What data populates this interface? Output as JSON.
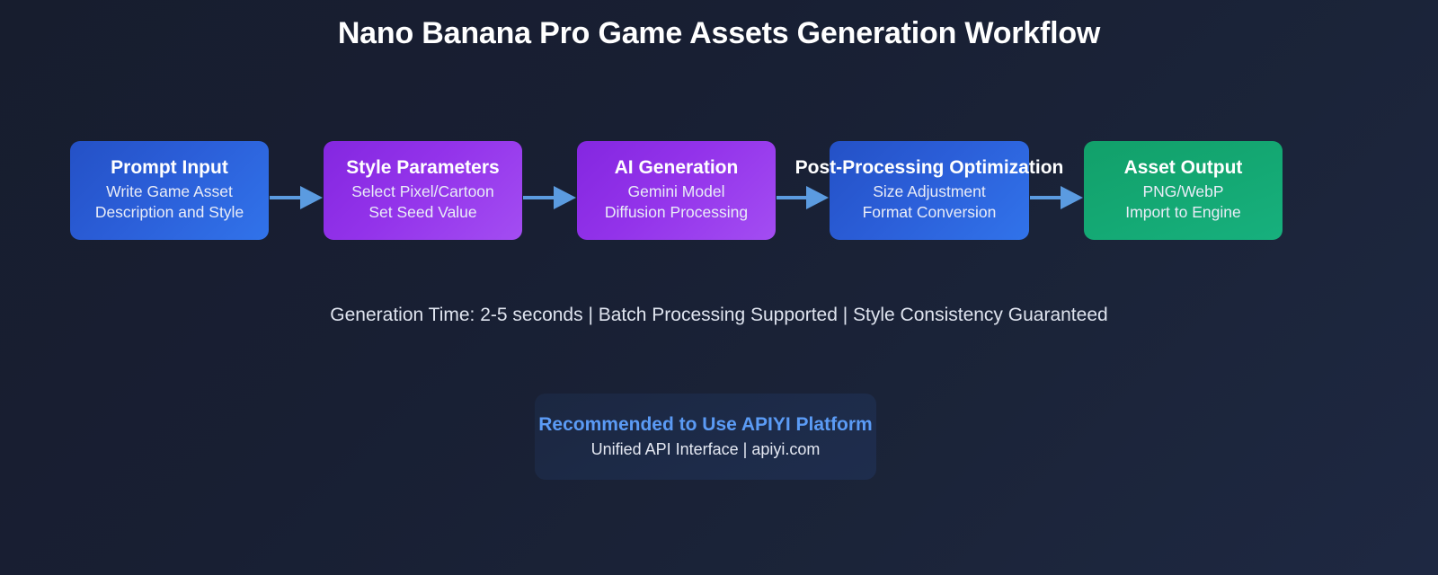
{
  "page": {
    "title": "Nano Banana Pro Game Assets Generation Workflow",
    "background_color_start": "#171d2e",
    "background_color_end": "#1e2842"
  },
  "flow": {
    "arrow_color": "#5b9be0",
    "arrows": [
      {
        "name": "arrow-1",
        "glyph": "➤"
      },
      {
        "name": "arrow-2",
        "glyph": "➤"
      },
      {
        "name": "arrow-3",
        "glyph": "➤"
      },
      {
        "name": "arrow-4",
        "glyph": "➤"
      }
    ],
    "nodes": [
      {
        "id": "prompt-input",
        "title": "Prompt Input",
        "subtitle": "Write Game Asset\nDescription and Style",
        "subtitle_line1": "Write Game Asset",
        "subtitle_line2": "Description and Style",
        "color": "#2b5ed8",
        "color_end": "#3173ea"
      },
      {
        "id": "style-parameters",
        "title": "Style Parameters",
        "subtitle_line1": "Select Pixel/Cartoon",
        "subtitle_line2": "Set Seed Value",
        "color": "#9333ea",
        "color_end": "#a34df2"
      },
      {
        "id": "ai-generation",
        "title": "AI Generation",
        "subtitle_line1": "Gemini Model",
        "subtitle_line2": "Diffusion Processing",
        "color": "#9333ea",
        "color_end": "#a34df2"
      },
      {
        "id": "post-processing-optimization",
        "title": "Post-Processing Optimization",
        "subtitle_line1": "Size Adjustment",
        "subtitle_line2": "Format Conversion",
        "color": "#2b5ed8",
        "color_end": "#3173ea"
      },
      {
        "id": "asset-output",
        "title": "Asset Output",
        "subtitle_line1": "PNG/WebP",
        "subtitle_line2": "Import to Engine",
        "color": "#14a873",
        "color_end": "#17b07d"
      }
    ]
  },
  "status": {
    "text": "Generation Time: 2-5 seconds | Batch Processing Supported | Style Consistency Guaranteed"
  },
  "footer": {
    "title": "Recommended to Use APIYI Platform",
    "subtitle": "Unified API Interface | apiyi.com",
    "title_color": "#5b9bf5"
  }
}
